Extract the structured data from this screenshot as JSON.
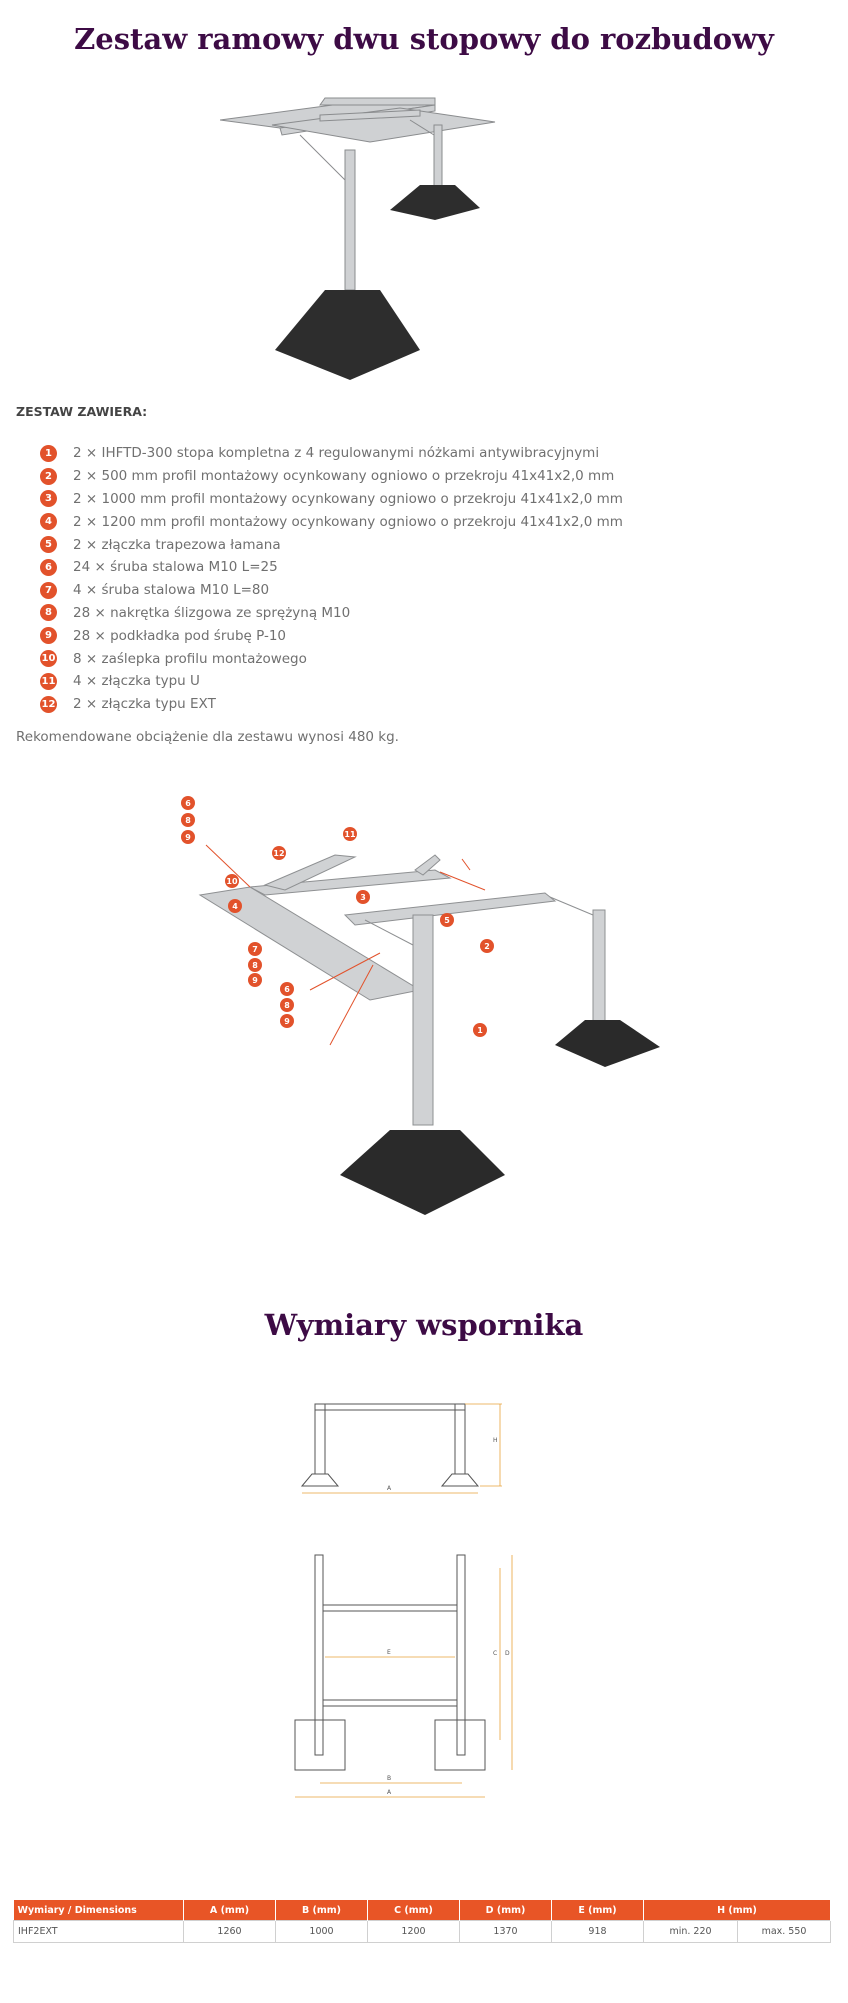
{
  "title": "Zestaw ramowy dwu stopowy do rozbudowy",
  "contents": {
    "heading": "ZESTAW ZAWIERA:",
    "items": [
      {
        "num": "1",
        "text": "2 × IHFTD-300 stopa kompletna z 4 regulowanymi nóżkami antywibracyjnymi"
      },
      {
        "num": "2",
        "text": "2 × 500 mm profil montażowy ocynkowany ogniowo o przekroju 41x41x2,0 mm"
      },
      {
        "num": "3",
        "text": "2 × 1000 mm profil montażowy ocynkowany ogniowo o przekroju 41x41x2,0 mm"
      },
      {
        "num": "4",
        "text": "2 × 1200 mm profil montażowy ocynkowany ogniowo o przekroju 41x41x2,0 mm"
      },
      {
        "num": "5",
        "text": "2 × złączka trapezowa łamana"
      },
      {
        "num": "6",
        "text": "24 × śruba stalowa M10 L=25"
      },
      {
        "num": "7",
        "text": "4 × śruba stalowa M10 L=80"
      },
      {
        "num": "8",
        "text": "28 × nakrętka ślizgowa ze sprężyną M10"
      },
      {
        "num": "9",
        "text": "28 × podkładka pod śrubę P-10"
      },
      {
        "num": "10",
        "text": "8 × zaślepka profilu montażowego"
      },
      {
        "num": "11",
        "text": "4 × złączka typu U"
      },
      {
        "num": "12",
        "text": "2 × złączka typu EXT"
      }
    ]
  },
  "recommendation": "Rekomendowane obciążenie dla zestawu wynosi 480 kg.",
  "diagram_labels": {
    "l6a": "6",
    "l8a": "8",
    "l9a": "9",
    "l10": "10",
    "l12": "12",
    "l11": "11",
    "l3": "3",
    "l4": "4",
    "l5": "5",
    "l2": "2",
    "l1": "1",
    "l7": "7",
    "l8b": "8",
    "l9b": "9",
    "l6c": "6",
    "l8c": "8",
    "l9c": "9"
  },
  "dimensions_title": "Wymiary wspornika",
  "drawing_labels": {
    "a": "A",
    "b": "B",
    "c": "C",
    "d": "D",
    "e": "E",
    "h": "H"
  },
  "table": {
    "headers": [
      "Wymiary / Dimensions",
      "A (mm)",
      "B (mm)",
      "C (mm)",
      "D (mm)",
      "E (mm)",
      "H (mm)"
    ],
    "row": {
      "model": "IHF2EXT",
      "a": "1260",
      "b": "1000",
      "c": "1200",
      "d": "1370",
      "e": "918",
      "h_min": "min. 220",
      "h_max": "max. 550"
    }
  },
  "colors": {
    "title": "#3d0b45",
    "accent": "#e85526",
    "text": "#707070"
  }
}
